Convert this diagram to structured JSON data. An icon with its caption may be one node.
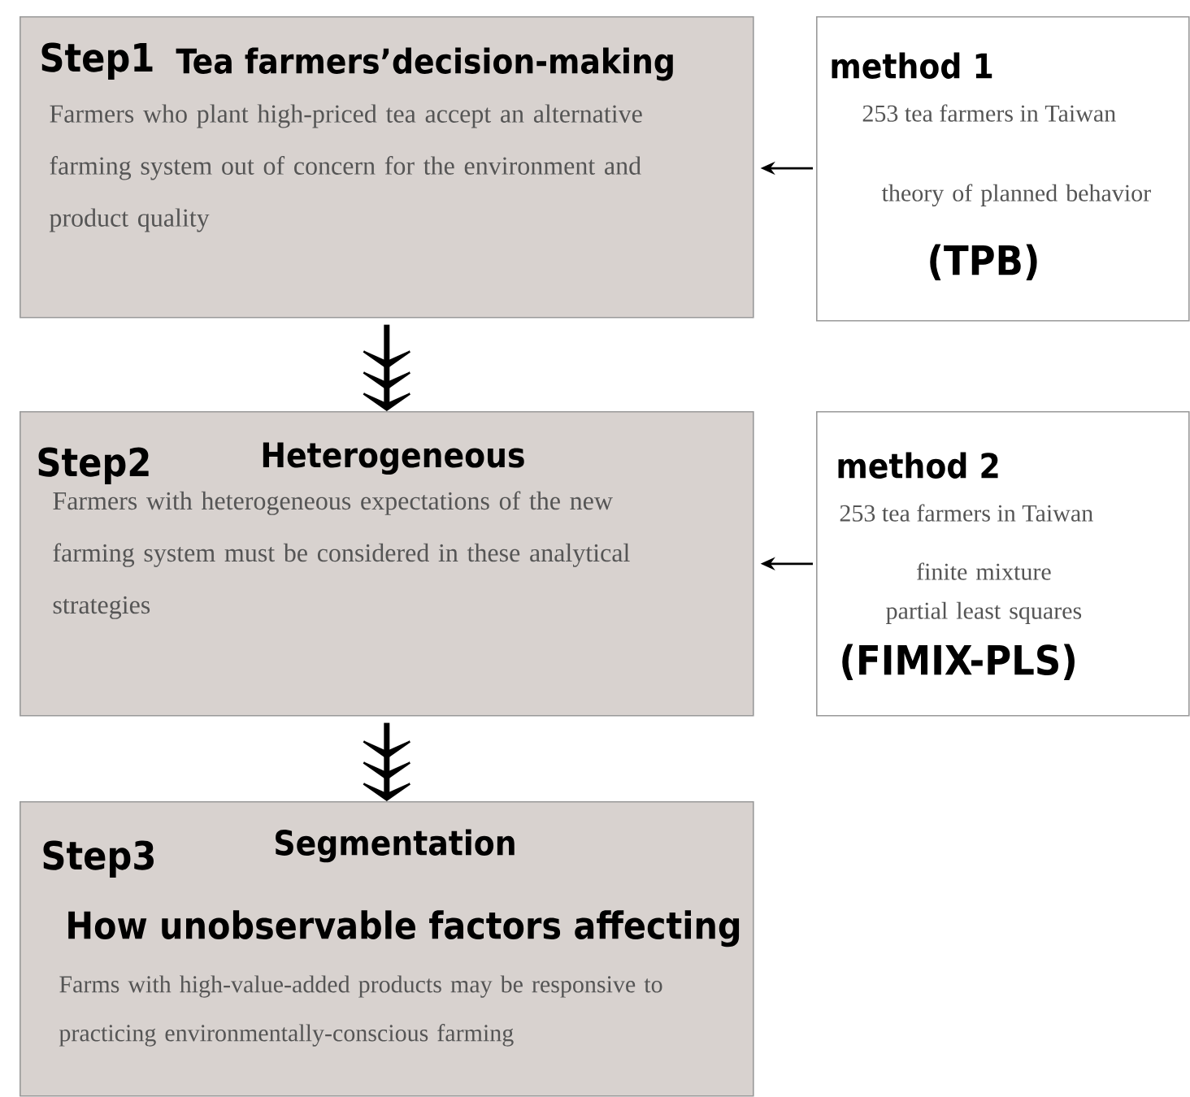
{
  "diagram": {
    "nodes": [
      {
        "text": [
          "Step1",
          "Tea farmers’decision-making",
          "Farmers who plant high-priced tea accept an alternative farming system out of concern for the environment and product quality"
        ]
      },
      {
        "text": [
          "method 1",
          "253 tea farmers in Taiwan",
          "theory of planned behavior",
          "(TPB)"
        ]
      },
      {
        "text": [
          "Step2",
          "Heterogeneous",
          "Farmers with heterogeneous expectations of the new farming system must be considered in these analytical strategies"
        ]
      },
      {
        "text": [
          "method 2",
          "253 tea farmers in Taiwan",
          "finite mixture partial least squares",
          "(FIMIX-PLS)"
        ]
      },
      {
        "text": [
          "Step3",
          "Segmentation",
          "How unobservable factors affecting",
          "Farms with high-value-added products may be responsive to practicing environmentally-conscious farming"
        ]
      }
    ],
    "edges": [
      {
        "from": 1,
        "to": 0,
        "arrow": "to"
      },
      {
        "from": 0,
        "to": 2,
        "arrow": "to",
        "style": "thick"
      },
      {
        "from": 3,
        "to": 2,
        "arrow": "to"
      },
      {
        "from": 2,
        "to": 4,
        "arrow": "to",
        "style": "thick"
      }
    ]
  }
}
